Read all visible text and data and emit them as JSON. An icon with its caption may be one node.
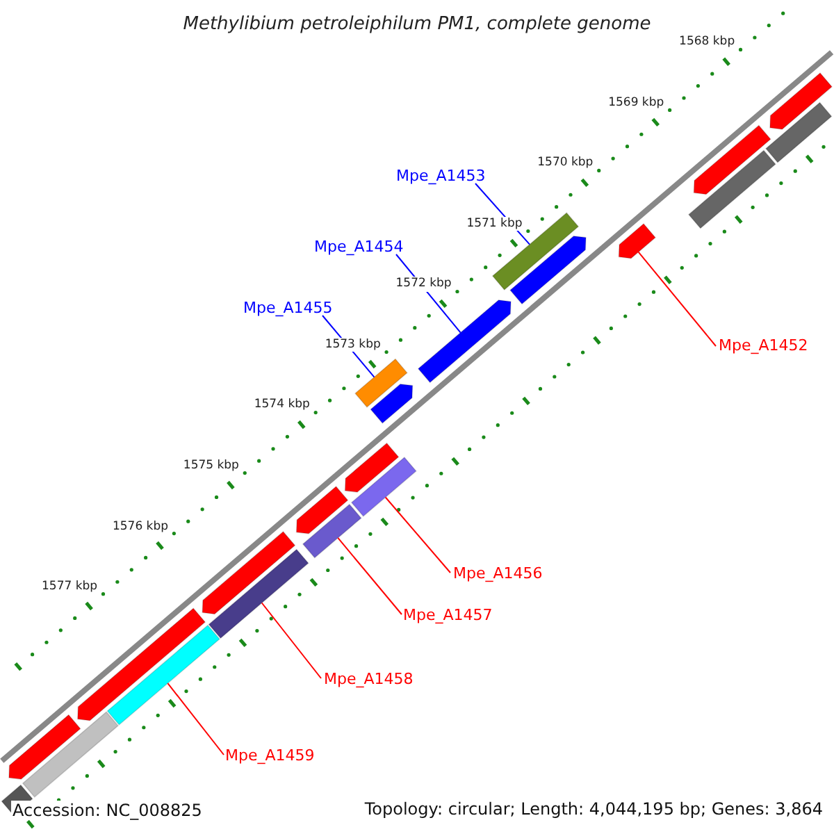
{
  "diagram": {
    "title": "Methylibium petroleiphilum PM1, complete genome",
    "nodes": [
      {
        "text": [
          "Mpe_A1453"
        ]
      },
      {
        "text": [
          "Mpe_A1454"
        ]
      },
      {
        "text": [
          "Mpe_A1455"
        ]
      },
      {
        "text": [
          "Mpe_A1452"
        ]
      },
      {
        "text": [
          "Mpe_A1456"
        ]
      },
      {
        "text": [
          "Mpe_A1457"
        ]
      },
      {
        "text": [
          "Mpe_A1458"
        ]
      },
      {
        "text": [
          "Mpe_A1459"
        ]
      },
      {
        "text": [],
        "shape": "bar"
      },
      {
        "text": [],
        "shape": "bar"
      },
      {
        "text": [],
        "shape": "bar"
      },
      {
        "text": [],
        "shape": "bar"
      },
      {
        "text": [],
        "shape": "bar"
      },
      {
        "text": [],
        "shape": "bar"
      },
      {
        "text": [],
        "shape": "bar"
      },
      {
        "text": [],
        "shape": "bar"
      },
      {
        "text": [],
        "shape": "bar"
      },
      {
        "text": [],
        "shape": "bar"
      },
      {
        "text": [],
        "shape": "bar"
      },
      {
        "text": [],
        "shape": "bar"
      },
      {
        "text": [],
        "shape": "bar"
      },
      {
        "text": [],
        "shape": "bar"
      },
      {
        "text": [],
        "shape": "bar"
      },
      {
        "text": [],
        "shape": "bar"
      },
      {
        "text": [],
        "shape": "bar"
      },
      {
        "text": [],
        "shape": "bar"
      },
      {
        "text": [],
        "shape": "bar"
      },
      {
        "text": [],
        "shape": "bar"
      },
      {
        "text": [],
        "shape": "bar"
      }
    ],
    "edges": [
      {
        "from": 0,
        "to": 13,
        "arrow": "none",
        "color": "#0000ff"
      },
      {
        "from": 1,
        "to": 15,
        "arrow": "none",
        "color": "#0000ff"
      },
      {
        "from": 2,
        "to": 16,
        "arrow": "none",
        "color": "#0000ff"
      },
      {
        "from": 3,
        "to": 12,
        "arrow": "none"
      },
      {
        "from": 4,
        "to": 19,
        "arrow": "none"
      },
      {
        "from": 5,
        "to": 21,
        "arrow": "none"
      },
      {
        "from": 6,
        "to": 23,
        "arrow": "none"
      },
      {
        "from": 7,
        "to": 25,
        "arrow": "none"
      }
    ],
    "labels": [
      "1568 kbp",
      "1569 kbp",
      "1570 kbp",
      "1571 kbp",
      "1572 kbp",
      "1573 kbp",
      "1574 kbp",
      "1575 kbp",
      "1576 kbp",
      "1577 kbp",
      "Accession: NC_008825",
      "Topology: circular; Length: 4,044,195 bp; Genes: 3,864"
    ]
  }
}
